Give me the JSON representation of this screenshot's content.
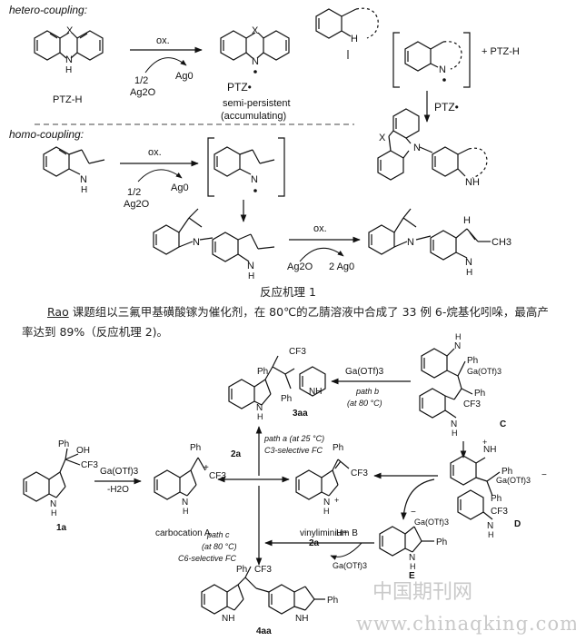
{
  "scheme1": {
    "hetero_title": "hetero-coupling:",
    "homo_title": "homo-coupling:",
    "ptzh_label": "PTZ-H",
    "ptz_radical": "PTZ•",
    "semi_persistent": "semi-persistent",
    "accumulating": "(accumulating)",
    "plus_ptzh": "+ PTZ-H",
    "ptz_radical_reagent": "PTZ•",
    "ox": "ox.",
    "half": "1/2",
    "ag2o": "Ag2O",
    "ag0": "Ag0",
    "two_ag0": "2 Ag0",
    "atom_x": "X",
    "atom_n": "N",
    "atom_h": "H",
    "atom_nh": "NH",
    "atom_ch3": "CH3",
    "caption": "反应机理 1"
  },
  "paragraph": {
    "author": "Rao",
    "text": " 课题组以三氟甲基磺酸镓为催化剂，在 80℃的乙腈溶液中合成了 33 例 6-烷基化吲哚，最高产率达到 89%（反应机理 2)。"
  },
  "scheme2": {
    "ph": "Ph",
    "oh": "OH",
    "cf3": "CF3",
    "nh": "NH",
    "n": "N",
    "h": "H",
    "hplus": "H+",
    "gaotf3": "Ga(OTf)3",
    "minus_h2o": "-H2O",
    "label_1a": "1a",
    "label_2a": "2a",
    "label_3aa": "3aa",
    "label_4aa": "4aa",
    "carbocation": "carbocation A",
    "vinyliminium": "vinyliminium B",
    "label_c": "C",
    "label_d": "D",
    "label_e": "E",
    "path_a": "path a (at 25 °C)",
    "path_a_sel": "C3-selective FC",
    "path_b": "path b",
    "path_b_temp": "(at 80 °C)",
    "path_c": "path c",
    "path_c_temp": "(at 80 °C)",
    "path_c_sel": "C6-selective FC",
    "plus": "+",
    "minus": "−"
  },
  "watermark": {
    "cn": "中国期刊网",
    "url": "www.chinaqking.com"
  }
}
